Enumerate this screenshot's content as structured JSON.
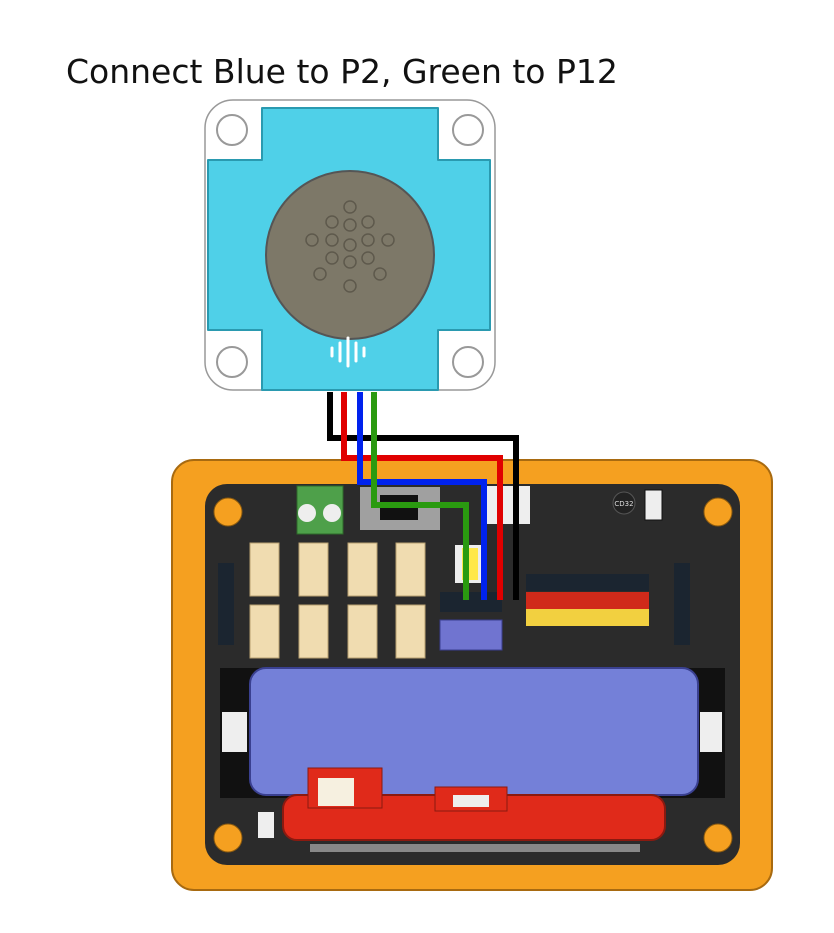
{
  "title": "Connect Blue to P2, Green to P12",
  "board": {
    "buzzer_label": "CD32"
  },
  "wires": [
    {
      "name": "black",
      "color": "#000000"
    },
    {
      "name": "red",
      "color": "#e00000"
    },
    {
      "name": "blue",
      "color": "#0022ee"
    },
    {
      "name": "green",
      "color": "#2a9a10"
    }
  ],
  "colors": {
    "module": "#4fd0e8",
    "frame": "#f5a020",
    "pcb": "#2b2b2b",
    "battery": "#7480d8",
    "holder": "#e02a1a"
  }
}
